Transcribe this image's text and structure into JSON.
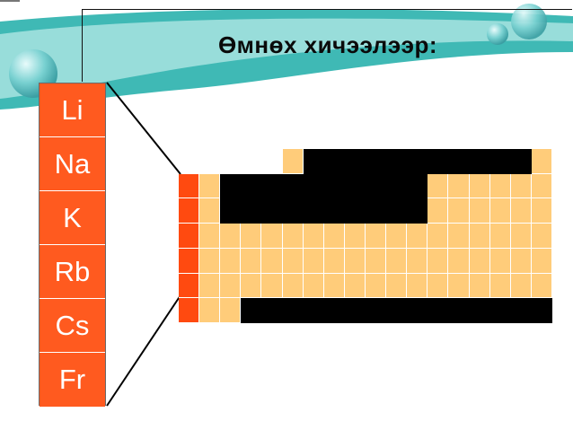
{
  "slide": {
    "title": "Өмнөх хичээлээр:"
  },
  "alkali_metals": [
    "Li",
    "Na",
    "K",
    "Rb",
    "Cs",
    "Fr"
  ],
  "colors": {
    "alkali": "#ff4a10",
    "other_elements": "#ffcc7a",
    "hidden": "#000000",
    "header_teal": "#3fb9b5"
  }
}
